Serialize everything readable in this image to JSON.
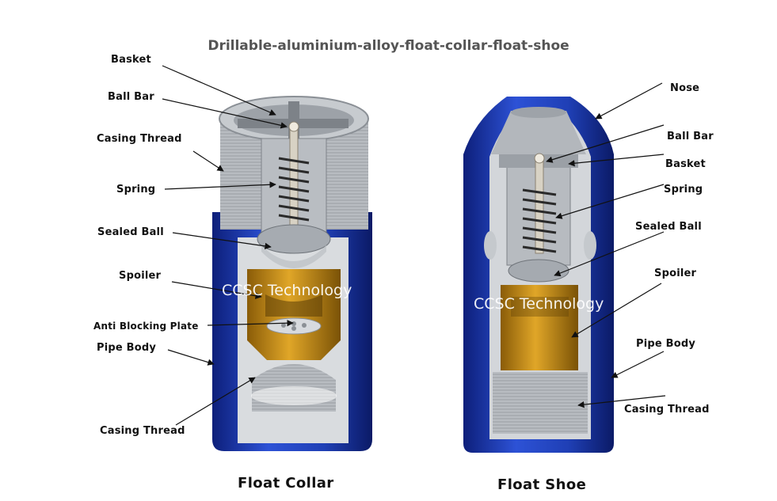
{
  "title": "Drillable-aluminium-alloy-float-collar-float-shoe",
  "float_collar": {
    "caption": "Float Collar",
    "watermark": "CCSC Technology",
    "labels": {
      "basket": "Basket",
      "ball_bar": "Ball Bar",
      "casing_thread_top": "Casing Thread",
      "spring": "Spring",
      "sealed_ball": "Sealed Ball",
      "spoiler": "Spoiler",
      "anti_blocking_plate": "Anti Blocking Plate",
      "pipe_body": "Pipe Body",
      "casing_thread_bottom": "Casing Thread"
    }
  },
  "float_shoe": {
    "caption": "Float Shoe",
    "watermark": "CCSC Technology",
    "labels": {
      "nose": "Nose",
      "ball_bar": "Ball Bar",
      "basket": "Basket",
      "spring": "Spring",
      "sealed_ball": "Sealed Ball",
      "spoiler": "Spoiler",
      "pipe_body": "Pipe Body",
      "casing_thread": "Casing Thread"
    }
  },
  "colors": {
    "pipe_body_blue": "#1f3fb5",
    "steel_gray": "#a9aeb4",
    "spoiler_gold": "#c58a14",
    "label_text": "#111111",
    "title_text": "#555555"
  }
}
